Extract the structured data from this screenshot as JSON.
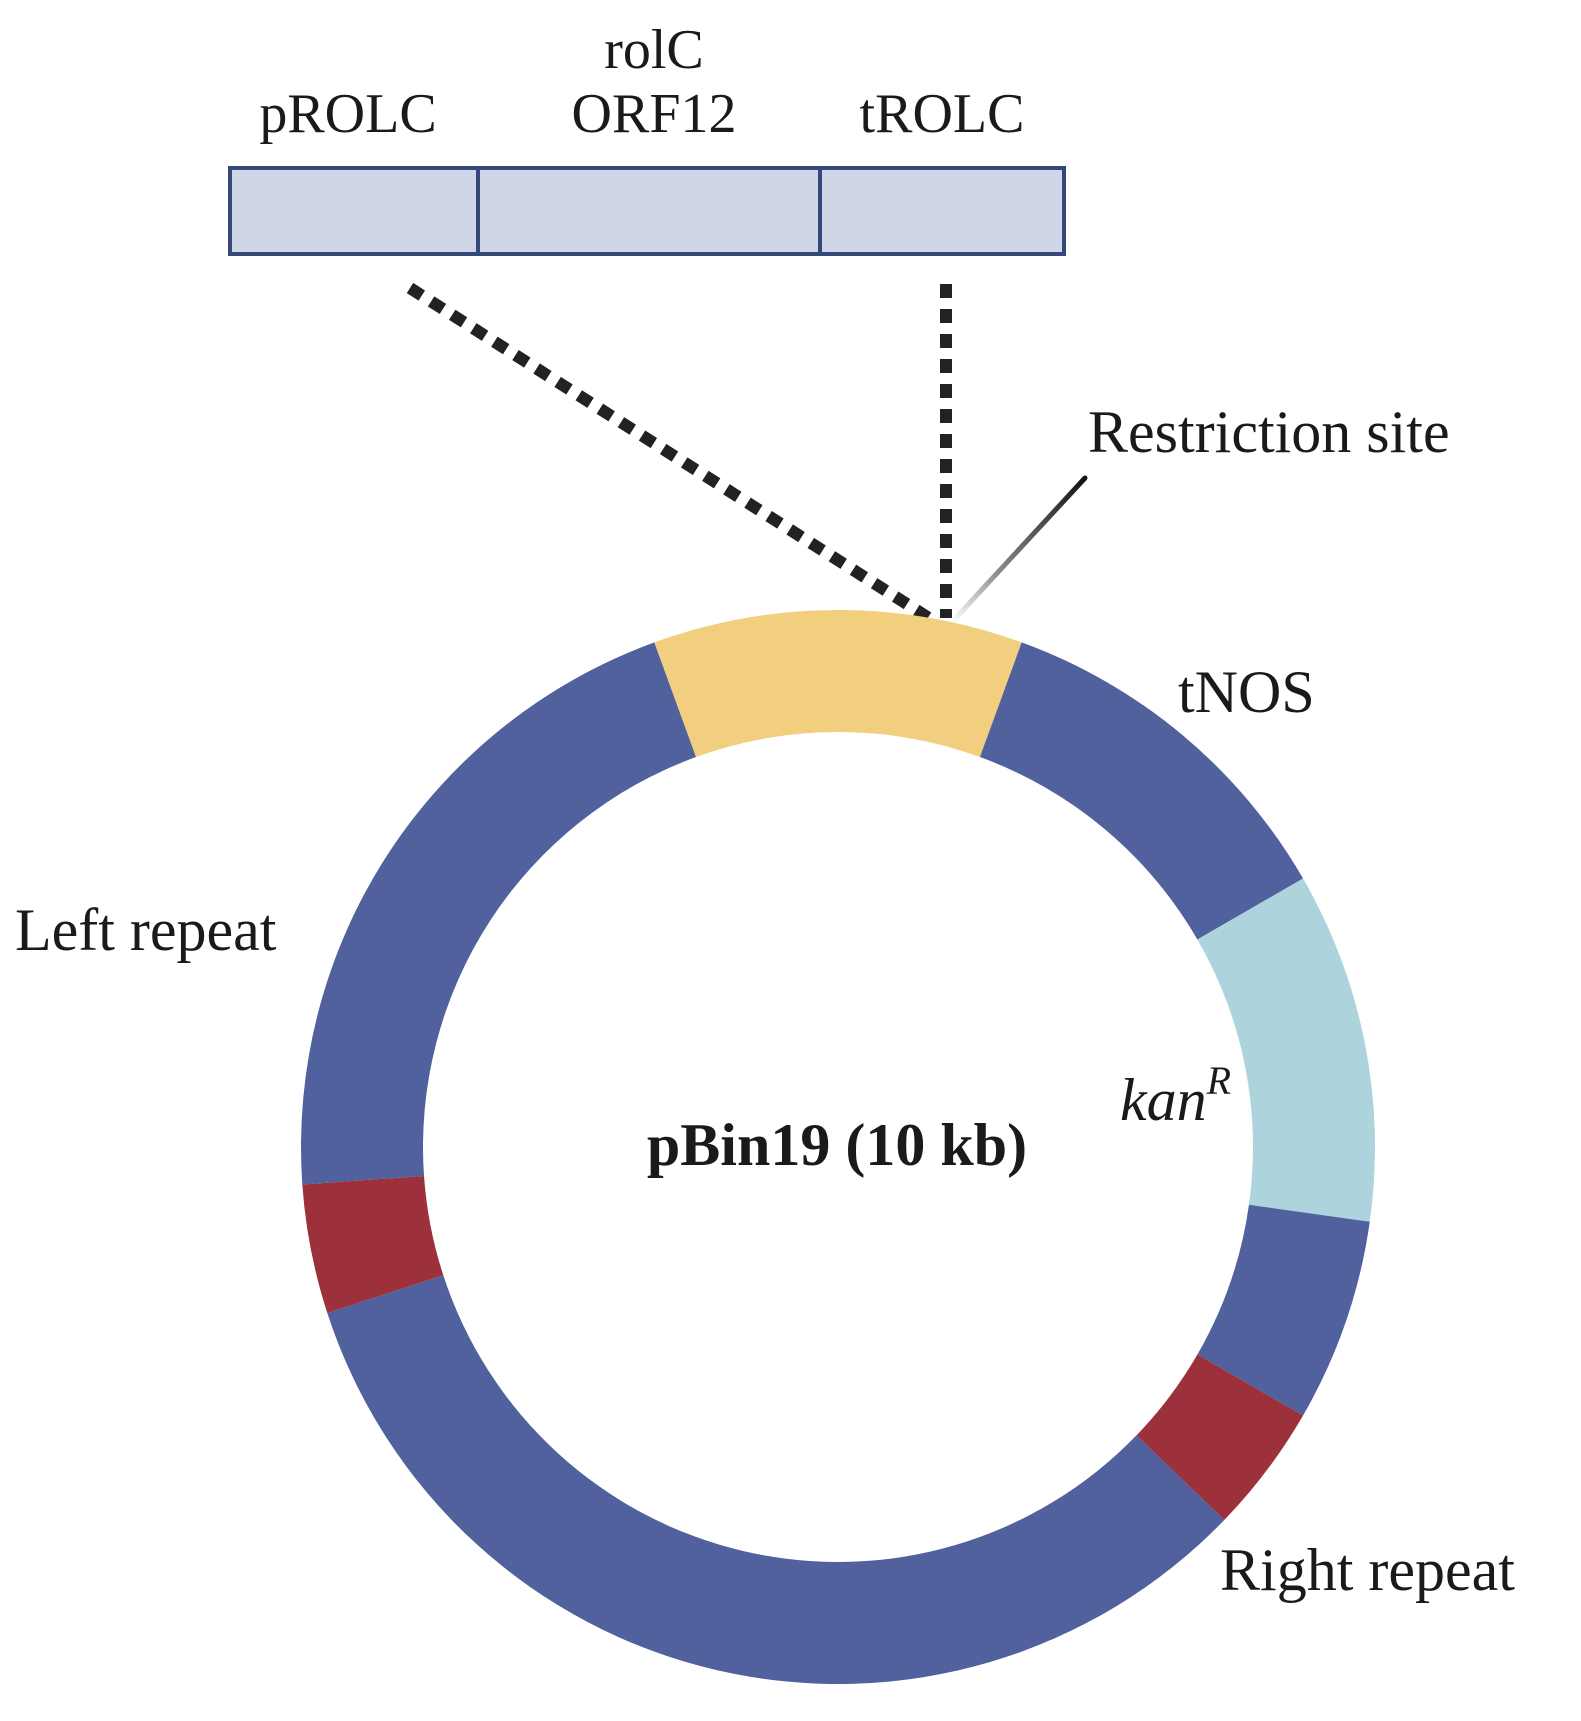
{
  "cassette": {
    "segments": [
      {
        "label_lines": [
          "pROLC"
        ]
      },
      {
        "label_lines": [
          "rolC",
          "ORF12"
        ]
      },
      {
        "label_lines": [
          "tROLC"
        ]
      }
    ],
    "fill": "#cfd6e8",
    "stroke": "#34487a"
  },
  "plasmid": {
    "name": "pBin19 (10 kb)",
    "backbone_color": "#50619e"
  },
  "regions": {
    "insert": {
      "label": "",
      "color": "#f2cf7e"
    },
    "tnos": {
      "label": "tNOS",
      "color": "#50619e"
    },
    "kanr": {
      "label_main": "kan",
      "label_sup": "R",
      "color": "#add4dc"
    },
    "right_repeat": {
      "label": "Right repeat",
      "color": "#9c313c"
    },
    "left_repeat": {
      "label": "Left repeat",
      "color": "#9c313c"
    }
  },
  "restriction_site": {
    "label": "Restriction site"
  }
}
